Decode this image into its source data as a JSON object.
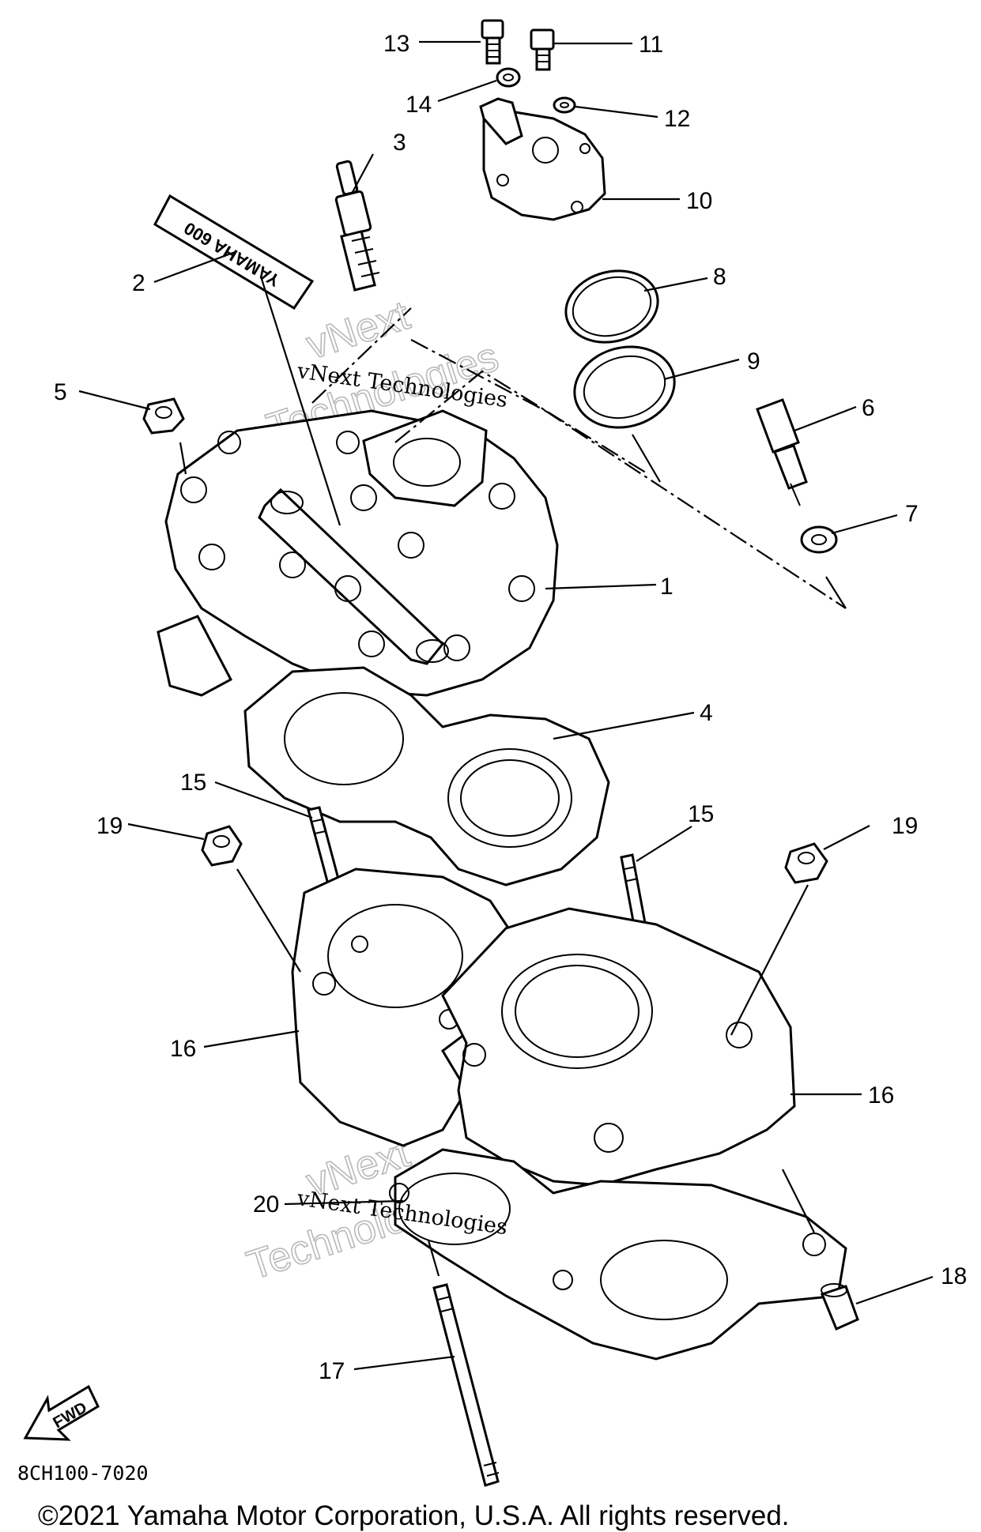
{
  "diagram": {
    "drawing_code": "8CH100-7020",
    "copyright": "©2021 Yamaha Motor Corporation, U.S.A. All rights reserved.",
    "watermark": "vNext Technologies",
    "watermark_big_1": "vNext",
    "watermark_big_2": "Technologies",
    "fwd_label": "FWD",
    "decal_text": "YAMAHA 600",
    "callouts": {
      "c1": "1",
      "c2": "2",
      "c3": "3",
      "c4": "4",
      "c5": "5",
      "c6": "6",
      "c7": "7",
      "c8": "8",
      "c9": "9",
      "c10": "10",
      "c11": "11",
      "c12": "12",
      "c13": "13",
      "c14": "14",
      "c15a": "15",
      "c15b": "15",
      "c16a": "16",
      "c16b": "16",
      "c17": "17",
      "c18": "18",
      "c19a": "19",
      "c19b": "19",
      "c20": "20"
    }
  }
}
